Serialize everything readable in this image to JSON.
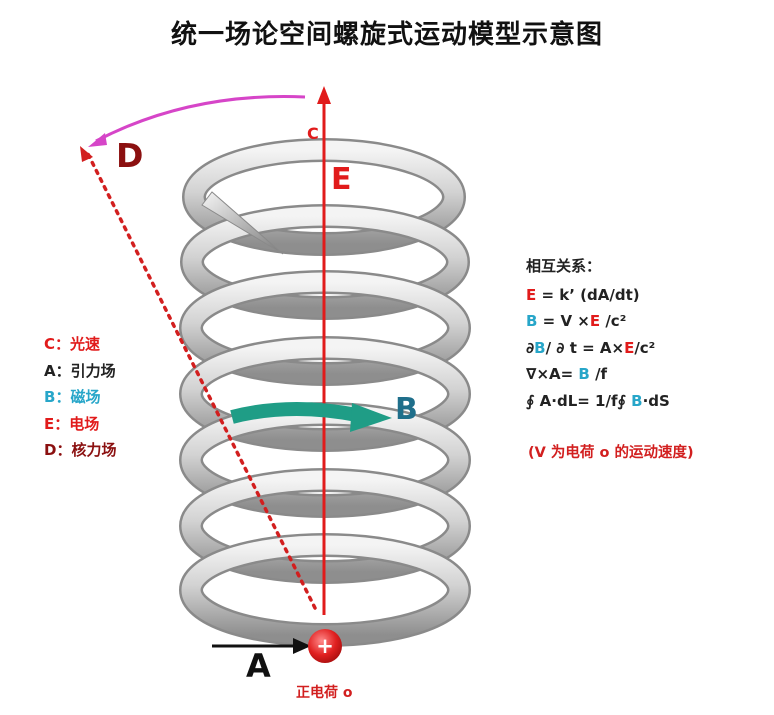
{
  "title": "统一场论空间螺旋式运动模型示意图",
  "labels": {
    "c": "C",
    "e": "E",
    "d": "D",
    "b": "B",
    "a": "A",
    "charge_sign": "+",
    "charge_caption": "正电荷 o"
  },
  "legend": [
    {
      "key": "C",
      "sep": "：",
      "text": "光速",
      "color": "#e11b1b"
    },
    {
      "key": "A",
      "sep": "：",
      "text": "引力场",
      "color": "#222222"
    },
    {
      "key": "B",
      "sep": "：",
      "text": "磁场",
      "color": "#27a6c9"
    },
    {
      "key": "E",
      "sep": "：",
      "text": "电场",
      "color": "#e11b1b"
    },
    {
      "key": "D",
      "sep": "：",
      "text": "核力场",
      "color": "#8b1010"
    }
  ],
  "relations": {
    "heading": "相互关系：",
    "eq1": {
      "lhs": "E",
      "rhs": " = k’ (dA/dt)"
    },
    "eq2": {
      "lhs": "B",
      "mid": " = V ×",
      "e": "E",
      "rhs": " /c²"
    },
    "eq3": {
      "p1": "∂",
      "b": "B",
      "p2": "/ ∂ t = A×",
      "e": "E",
      "p3": "/c²"
    },
    "eq4": {
      "p1": "∇×A= ",
      "b": "B",
      "p2": " /f"
    },
    "eq5": {
      "p1": "∮ A·dL= 1/f∮ ",
      "b": "B",
      "p2": "·dS"
    }
  },
  "note": "(V 为电荷 o 的运动速度)",
  "colors": {
    "electric": "#e11b1b",
    "magnetic_arrow": "#1f9d86",
    "nuclear_arc": "#d645c8",
    "nuclear": "#8b1010",
    "coil": "#b8b8b8"
  }
}
